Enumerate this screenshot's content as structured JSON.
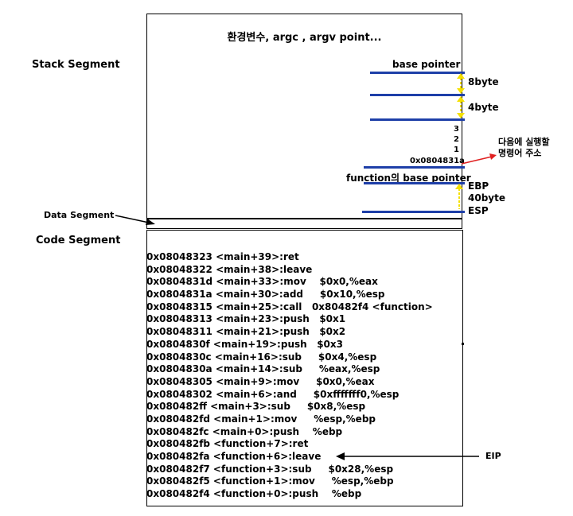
{
  "env_box": {
    "text": "환경변수, argc , argv point..."
  },
  "labels": {
    "stack_segment": "Stack Segment",
    "data_segment": "Data Segment",
    "code_segment": "Code Segment"
  },
  "stack": {
    "base_pointer": "base pointer",
    "size_8": "8byte",
    "size_4": "4byte",
    "arg3": "3",
    "arg2": "2",
    "arg1": "1",
    "return_addr": "0x0804831a",
    "next_instr_note_line1": "다음에 실행할",
    "next_instr_note_line2": "명령어 주소",
    "function_base_pointer": "function의 base pointer",
    "ebp": "EBP",
    "size_40": "40byte",
    "esp": "ESP"
  },
  "eip_label": "EIP",
  "code_lines": [
    "0x08048323 <main+39>:ret",
    "0x08048322 <main+38>:leave",
    "0x0804831d <main+33>:mov    $0x0,%eax",
    "0x0804831a <main+30>:add     $0x10,%esp",
    "0x08048315 <main+25>:call   0x80482f4 <function>",
    "0x08048313 <main+23>:push   $0x1",
    "0x08048311 <main+21>:push   $0x2",
    "0x0804830f <main+19>:push   $0x3",
    "0x0804830c <main+16>:sub     $0x4,%esp",
    "0x0804830a <main+14>:sub     %eax,%esp",
    "0x08048305 <main+9>:mov     $0x0,%eax",
    "0x08048302 <main+6>:and     $0xfffffff0,%esp",
    "0x080482ff <main+3>:sub     $0x8,%esp",
    "0x080482fd <main+1>:mov     %esp,%ebp",
    "0x080482fc <main+0>:push    %ebp",
    "0x080482fb <function+7>:ret",
    "0x080482fa <function+6>:leave",
    "0x080482f7 <function+3>:sub     $0x28,%esp",
    "0x080482f5 <function+1>:mov     %esp,%ebp",
    "0x080482f4 <function+0>:push    %ebp"
  ],
  "colors": {
    "stack_line": "#1e3fa8",
    "size_marker": "#f5e000",
    "note_arrow": "#e02020"
  }
}
